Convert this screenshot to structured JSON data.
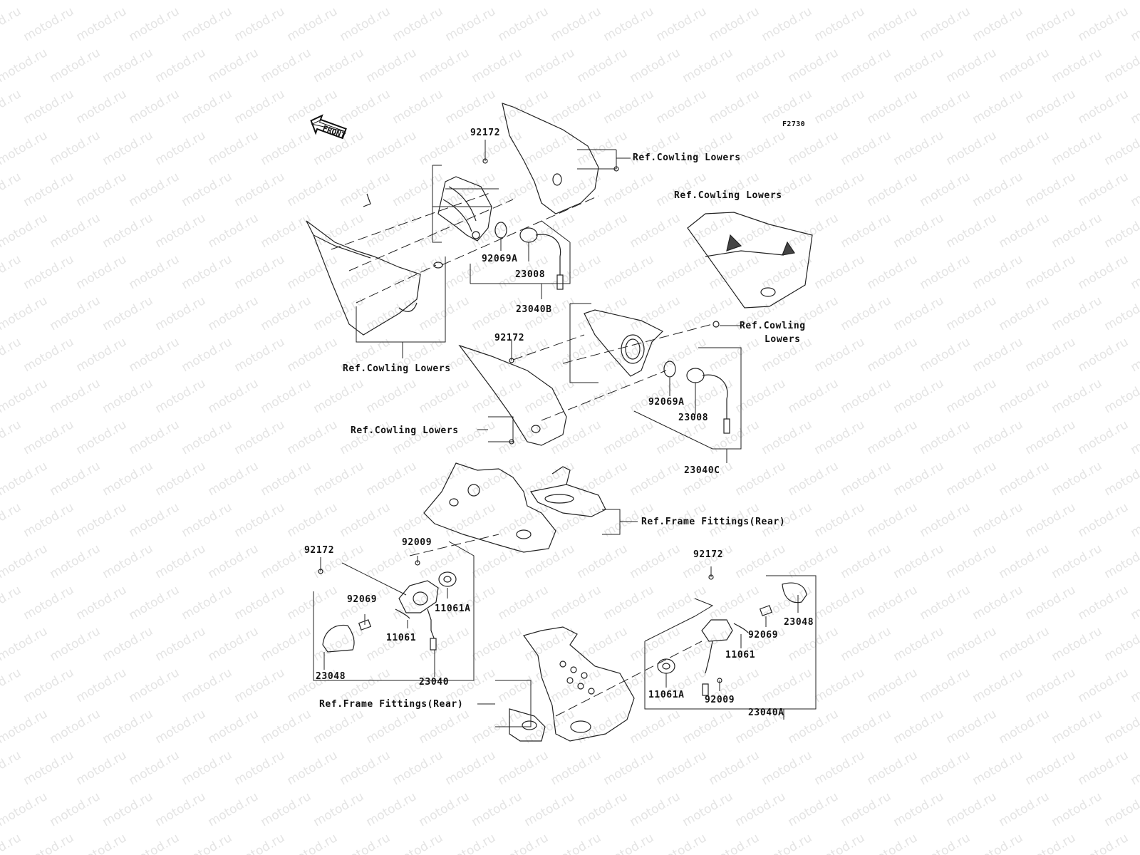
{
  "watermark": {
    "text": "motod.ru"
  },
  "figure_code": "F2730",
  "front_arrow": "FRONT",
  "refs": {
    "cowling_lowers": "Ref.Cowling Lowers",
    "cowling_lowers_line1": "Ref.Cowling",
    "cowling_lowers_line2": "Lowers",
    "frame_fittings_rear": "Ref.Frame Fittings(Rear)"
  },
  "parts": {
    "p92172_a": "92172",
    "p92069A_a": "92069A",
    "p23008_a": "23008",
    "p23040B": "23040B",
    "p92172_b": "92172",
    "p92069A_b": "92069A",
    "p23008_b": "23008",
    "p23040C": "23040C",
    "p92172_c": "92172",
    "p92009_a": "92009",
    "p92069_a": "92069",
    "p11061A_a": "11061A",
    "p11061_a": "11061",
    "p23048_a": "23048",
    "p23040": "23040",
    "p92172_d": "92172",
    "p23048_b": "23048",
    "p92069_b": "92069",
    "p11061_b": "11061",
    "p11061A_b": "11061A",
    "p92009_b": "92009",
    "p23040A": "23040A"
  }
}
